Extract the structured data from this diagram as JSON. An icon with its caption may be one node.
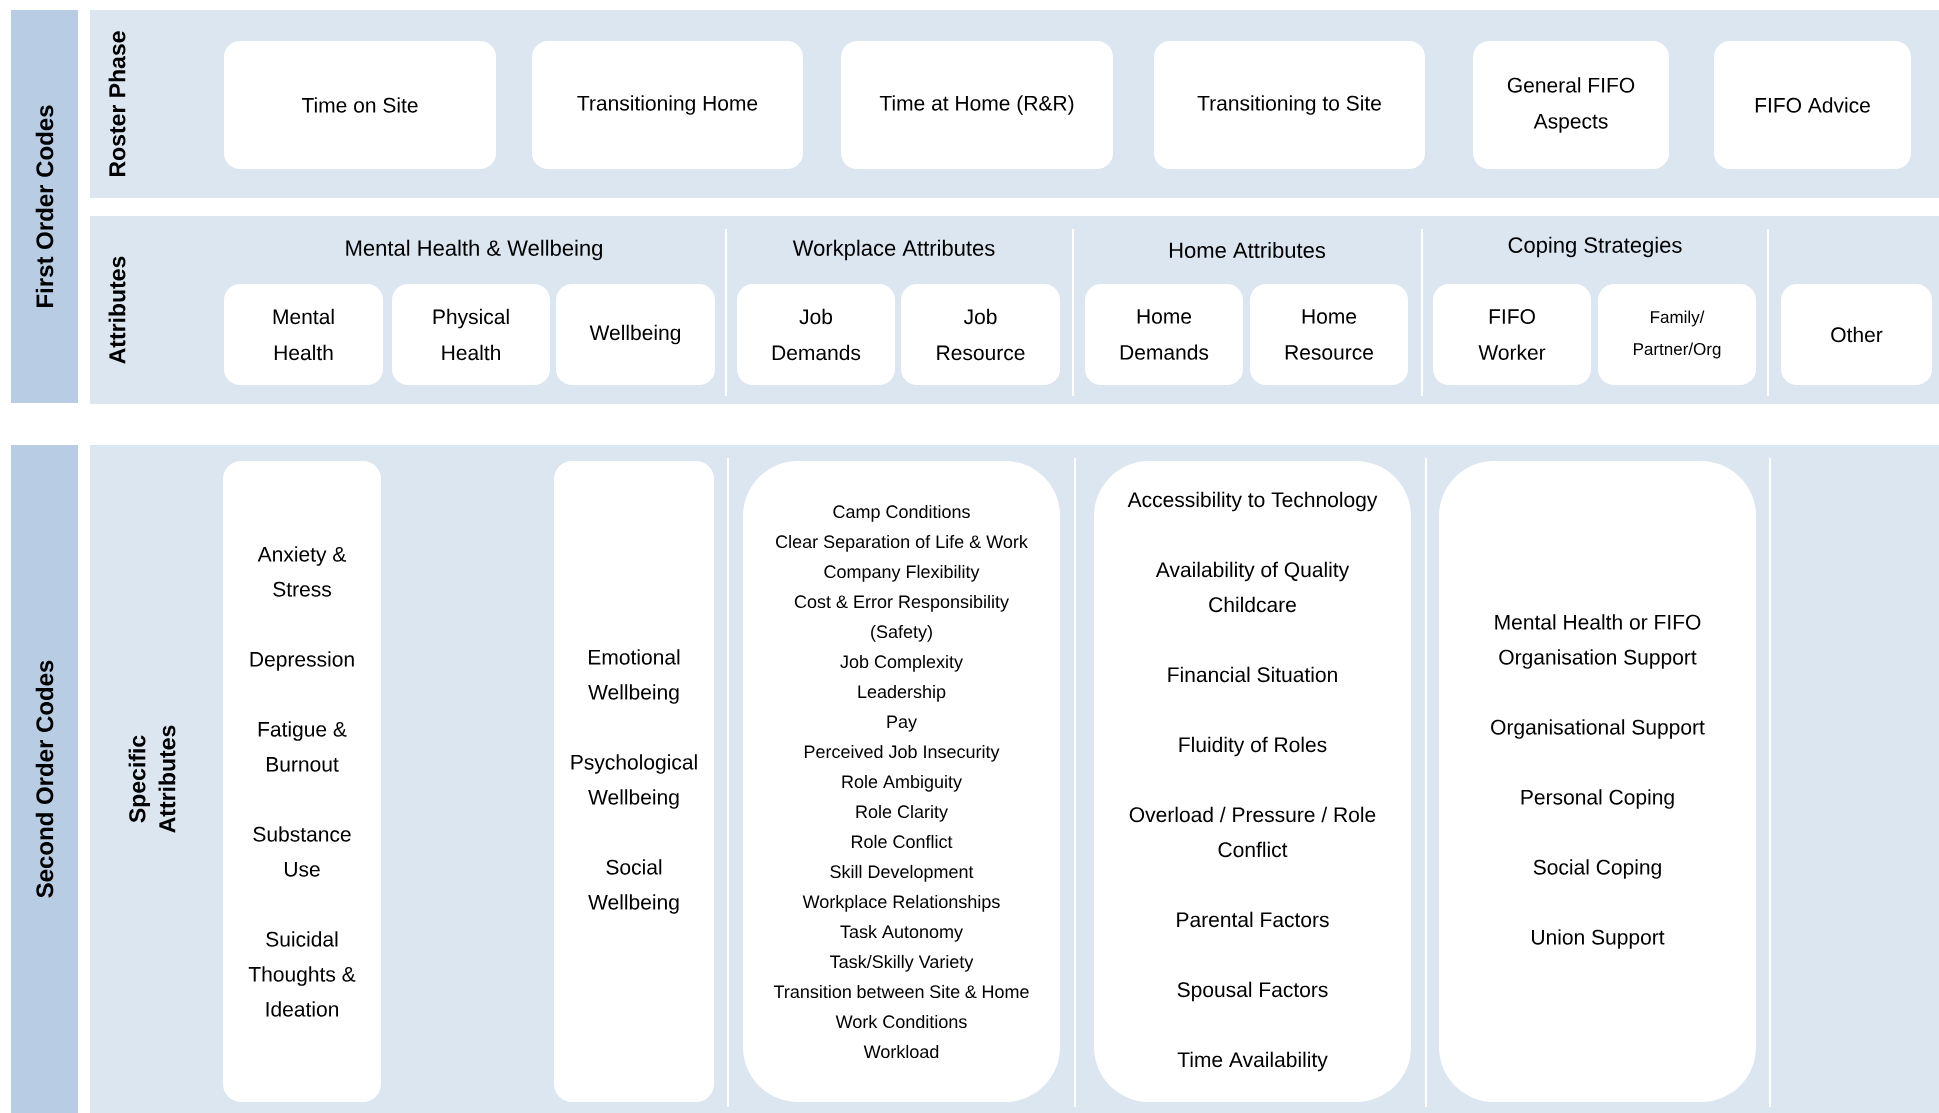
{
  "diagram": {
    "nodes": [
      {
        "text": [
          "First Order Codes"
        ]
      },
      {
        "text": [
          "Roster Phase"
        ]
      },
      {
        "text": [
          "Time on Site"
        ],
        "in": 1
      },
      {
        "text": [
          "Transitioning Home"
        ],
        "in": 1
      },
      {
        "text": [
          "Time at Home (R&R)"
        ],
        "in": 1
      },
      {
        "text": [
          "Transitioning to Site"
        ],
        "in": 1
      },
      {
        "text": [
          "General FIFO Aspects"
        ],
        "in": 1
      },
      {
        "text": [
          "FIFO Advice"
        ],
        "in": 1
      },
      {
        "text": [
          "Attributes"
        ]
      },
      {
        "text": [
          "Mental Health"
        ],
        "in": 8
      },
      {
        "text": [
          "Physical Health"
        ],
        "in": 8
      },
      {
        "text": [
          "Wellbeing"
        ],
        "in": 8
      },
      {
        "text": [
          "Job Demands"
        ],
        "in": 8
      },
      {
        "text": [
          "Job Resource"
        ],
        "in": 8
      },
      {
        "text": [
          "Home Demands"
        ],
        "in": 8
      },
      {
        "text": [
          "Home Resource"
        ],
        "in": 8
      },
      {
        "text": [
          "FIFO Worker"
        ],
        "in": 8
      },
      {
        "text": [
          "Family/ Partner/Org"
        ],
        "in": 8
      },
      {
        "text": [
          "Other"
        ],
        "in": 8
      },
      {
        "text": [
          "Second Order Codes"
        ]
      },
      {
        "text": [
          "Specific Attributes"
        ]
      },
      {
        "text": [
          "Anxiety & Stress",
          "Depression",
          "Fatigue & Burnout",
          "Substance Use",
          "Suicidal Thoughts & Ideation"
        ],
        "in": 20
      },
      {
        "text": [
          "Emotional Wellbeing",
          "Psychological Wellbeing",
          "Social Wellbeing"
        ],
        "in": 20
      },
      {
        "text": [
          "Camp Conditions",
          "Clear Separation of Life & Work",
          "Company Flexibility",
          "Cost & Error Responsibility (Safety)",
          "Job Complexity",
          "Leadership",
          "Pay",
          "Perceived Job Insecurity",
          "Role Ambiguity",
          "Role Clarity",
          "Role Conflict",
          "Skill Development",
          "Workplace Relationships",
          "Task Autonomy",
          "Task/Skilly Variety",
          "Transition between Site & Home",
          "Work Conditions",
          "Workload"
        ],
        "in": 20
      },
      {
        "text": [
          "Accessibility to Technology",
          "Availability of Quality Childcare",
          "Financial Situation",
          "Fluidity of Roles",
          "Overload / Pressure / Role Conflict",
          "Parental Factors",
          "Spousal Factors",
          "Time Availability"
        ],
        "in": 20
      },
      {
        "text": [
          "Mental Health or FIFO Organisation Support",
          "Organisational Support",
          "Personal Coping",
          "Social Coping",
          "Union Support"
        ],
        "in": 20
      }
    ],
    "labels": [
      "Mental Health & Wellbeing",
      "Workplace Attributes",
      "Home Attributes",
      "Coping Strategies"
    ]
  }
}
